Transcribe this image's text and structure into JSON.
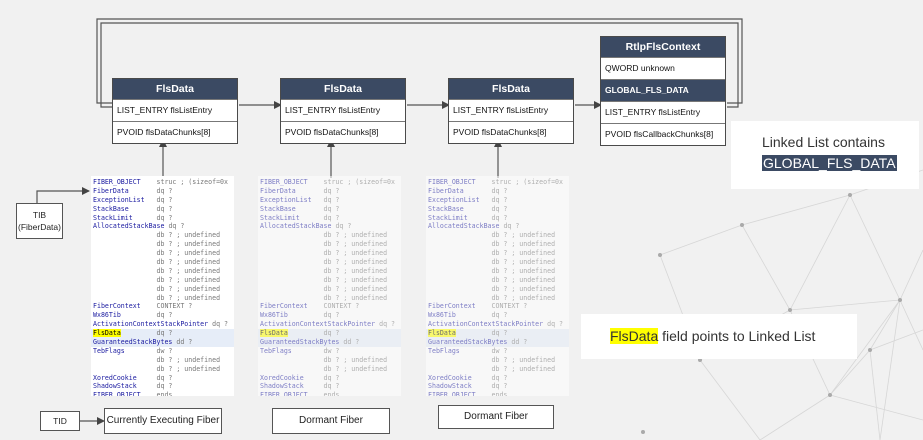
{
  "structs": [
    {
      "title": "FlsData",
      "rows": [
        "LIST_ENTRY  flsListEntry",
        "PVOID  flsDataChunks[8]"
      ]
    },
    {
      "title": "FlsData",
      "rows": [
        "LIST_ENTRY  flsListEntry",
        "PVOID  flsDataChunks[8]"
      ]
    },
    {
      "title": "FlsData",
      "rows": [
        "LIST_ENTRY  flsListEntry",
        "PVOID  flsDataChunks[8]"
      ]
    }
  ],
  "rtl": {
    "title": "RtlpFlsContext",
    "rows": [
      "QWORD unknown",
      "GLOBAL_FLS_DATA",
      "LIST_ENTRY  flsListEntry",
      "PVOID  flsCallbackChunks[8]"
    ]
  },
  "dump_lines": [
    "FIBER_OBJECT    struc ; (sizeof=0x",
    "FiberData       dq ?",
    "ExceptionList   dq ?",
    "StackBase       dq ?",
    "StackLimit      dq ?",
    "AllocatedStackBase dq ?",
    "                db ? ; undefined",
    "                db ? ; undefined",
    "                db ? ; undefined",
    "                db ? ; undefined",
    "                db ? ; undefined",
    "                db ? ; undefined",
    "                db ? ; undefined",
    "                db ? ; undefined",
    "FiberContext    CONTEXT ?",
    "Wx86Tib         dq ?",
    "ActivationContextStackPointer dq ?",
    "FlsData         dq ?",
    "GuaranteedStackBytes dd ?",
    "TebFlags        dw ?",
    "                db ? ; undefined",
    "                db ? ; undefined",
    "XoredCookie     dq ?",
    "ShadowStack     dq ?",
    "FIBER_OBJECT    ends"
  ],
  "labels": {
    "tib": "TIB\n(FiberData)",
    "tid": "TID",
    "fiber1": "Currently Executing Fiber",
    "fiber2": "Dormant Fiber",
    "fiber3": "Dormant Fiber"
  },
  "callouts": {
    "linked_list_prefix": "Linked List contains",
    "linked_list_value": "GLOBAL_FLS_DATA",
    "flsdata_field": "FlsData",
    "flsdata_rest": " field points to Linked List"
  },
  "colors": {
    "header": "#3b4a63",
    "highlight": "#ffff00",
    "background": "#f1f1f1"
  }
}
